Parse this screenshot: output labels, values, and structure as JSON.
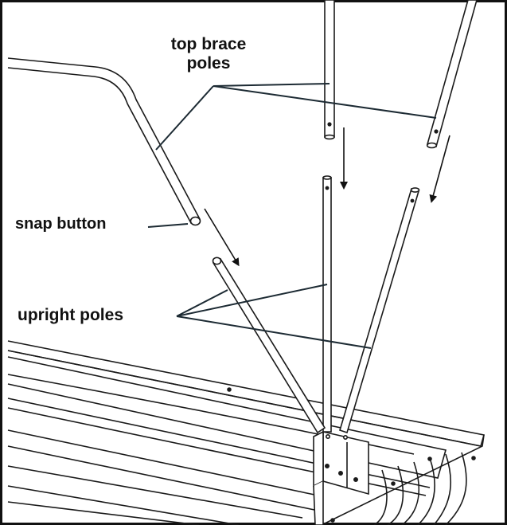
{
  "callouts": {
    "top_brace": "top brace\npoles",
    "snap_button": "snap button",
    "upright": "upright poles"
  },
  "colors": {
    "line": "#1a1a1a",
    "fill": "#ffffff",
    "leader": "#1c2a33"
  }
}
